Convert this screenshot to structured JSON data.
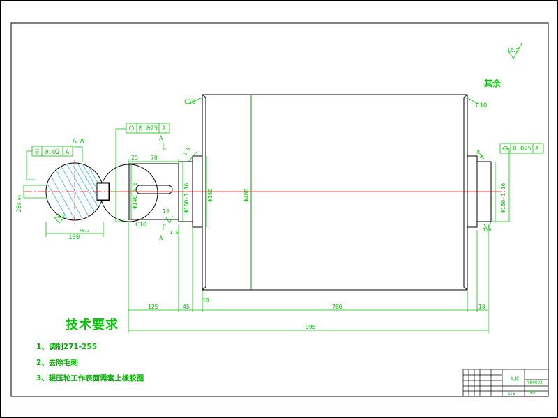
{
  "drawing": {
    "colors": {
      "background": "#ffffff",
      "outline": "#000000",
      "dimension": "#00c800",
      "centerline": "#ff0000",
      "hatch": "#00a0ff"
    },
    "section": {
      "label": "A-A",
      "tolerance_value": "0.02",
      "tolerance_datum": "A",
      "depth_dim": "28",
      "depth_tol": "-0.04",
      "diameter_dim": "130",
      "diameter_tol": "+0.3"
    },
    "labels": {
      "c10_top_left": "C10",
      "c10_top_right": "C10",
      "c10_bottom": "C10",
      "runout_left_value": "0.025",
      "runout_left_datum": "A",
      "runout_right_value": "0.025",
      "runout_right_datum": "A",
      "section_mark": "A",
      "surface_finish": "12.5",
      "other_surfaces": "其余",
      "roughness_note": "14",
      "roughness_left": "1.6",
      "roughness_mid": "1.6",
      "roughness_right": "1.6",
      "chamfer_left": "1.5",
      "chamfer_right": "1.5",
      "datum_a": "A"
    },
    "dimensions": {
      "key_length": "70",
      "key_offset": "25",
      "shaft_diam": "Φ140-1.6",
      "journal_diam_left": "Φ160-1.16",
      "flange_diam": "Φ180",
      "roll_diam": "Φ480",
      "journal_diam_right": "Φ160-1.16",
      "len_125": "125",
      "len_45": "45",
      "len_10_left": "10",
      "len_780": "780",
      "len_10_right": "10",
      "total": "995"
    },
    "tech_requirements": {
      "title": "技术要求",
      "items": [
        "1、调制271-255",
        "2、去除毛刺",
        "3、辊压轮工作表面需套上橡胶圈"
      ]
    },
    "title_block": {
      "drawing_no": "YD0003",
      "name": "轧辊",
      "material": "45",
      "scale": "1:5"
    }
  }
}
